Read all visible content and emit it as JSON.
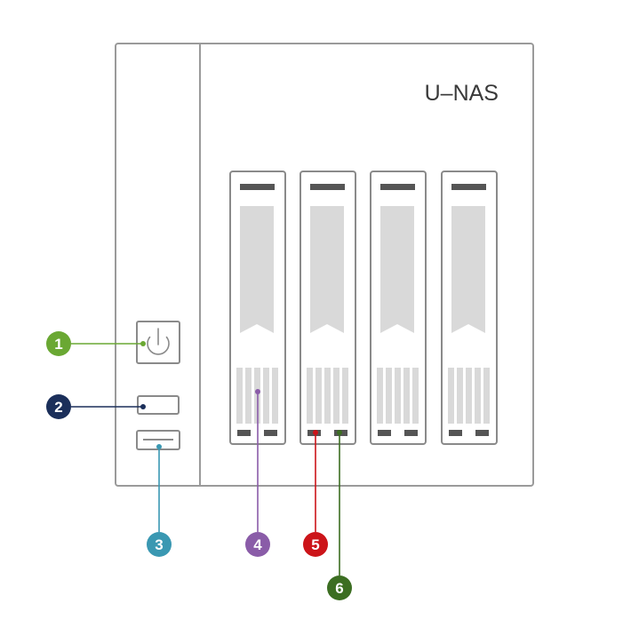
{
  "device": {
    "brand": "U-NAS",
    "bay_count": 4
  },
  "callouts": [
    {
      "number": "1",
      "target": "power-button",
      "color": "#6aa833"
    },
    {
      "number": "2",
      "target": "front-indicator",
      "color": "#1b2f5a"
    },
    {
      "number": "3",
      "target": "usb-port",
      "color": "#3a98b2"
    },
    {
      "number": "4",
      "target": "drive-bay-vent",
      "color": "#8a5ca8"
    },
    {
      "number": "5",
      "target": "drive-status-led",
      "color": "#cc1419"
    },
    {
      "number": "6",
      "target": "drive-activity-led",
      "color": "#3c6e22"
    }
  ],
  "colors": {
    "chassis_stroke": "#9a9a9a",
    "panel_fill": "#d9d9d9",
    "dark_bar": "#555555",
    "bay_stroke": "#8a8a8a"
  }
}
